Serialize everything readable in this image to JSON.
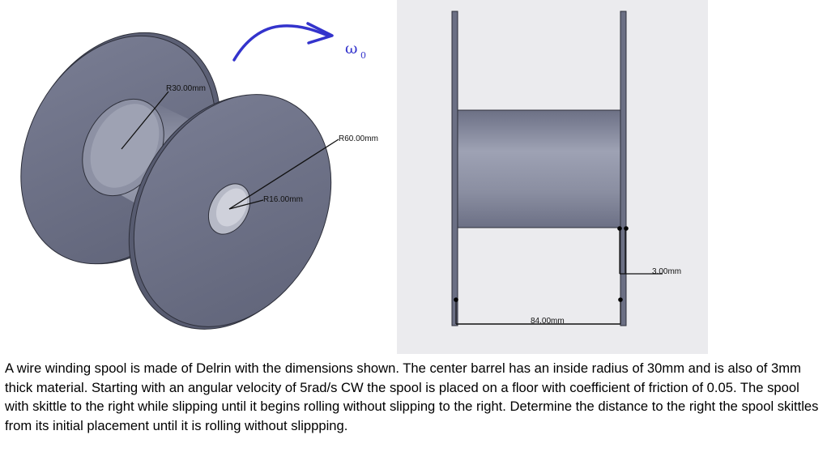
{
  "figure": {
    "iso_view": {
      "angular_velocity_symbol": "ω",
      "angular_velocity_subscript": "0",
      "labels": {
        "barrel_radius": "R30.00mm",
        "flange_radius": "R60.00mm",
        "hole_radius": "R16.00mm"
      }
    },
    "side_view": {
      "labels": {
        "thickness": "3.00mm",
        "width": "84.00mm"
      }
    },
    "colors": {
      "spool_face": "#6d7188",
      "barrel": "#8c90a3",
      "arrow": "#3333cc",
      "side_view_background": "#ebebee"
    }
  },
  "problem_text": "A wire winding spool is made of Delrin with the dimensions shown.  The center barrel has an inside radius of 30mm and is also of 3mm thick material.  Starting with an angular velocity of 5rad/s CW the spool is placed on a floor with coefficient of friction of 0.05.  The spool with skittle to the right while slipping until it begins rolling without slipping to the right.  Determine the distance to the right the spool skittles from its initial placement until it is rolling without slippping."
}
